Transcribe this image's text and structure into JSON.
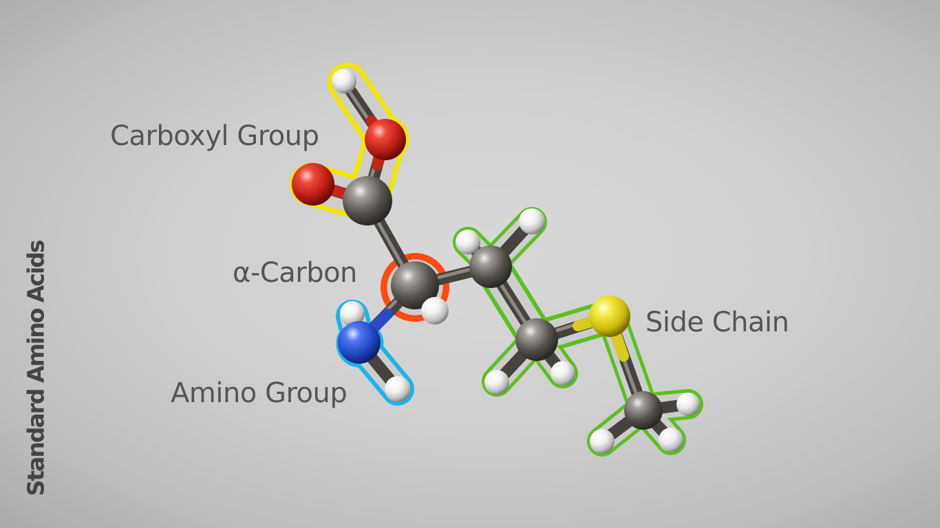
{
  "title": "Standard Amino Acids",
  "labels": {
    "carboxyl": "Carboxyl Group",
    "alpha_carbon": "α-Carbon",
    "amino": "Amino Group",
    "side_chain": "Side Chain"
  },
  "colors": {
    "background": "#cfcfcf",
    "text": "#555555",
    "title": "#444444",
    "carboxyl_highlight": "#f0e600",
    "alpha_highlight": "#ff4a12",
    "amino_highlight": "#19b4ea",
    "side_chain_highlight": "#5cbf1e",
    "carbon_atom": "#55524d",
    "oxygen_atom": "#d42a1e",
    "nitrogen_atom": "#2750d8",
    "hydrogen_atom": "#f2f2f2",
    "sulfur_atom": "#e6dc2a"
  }
}
